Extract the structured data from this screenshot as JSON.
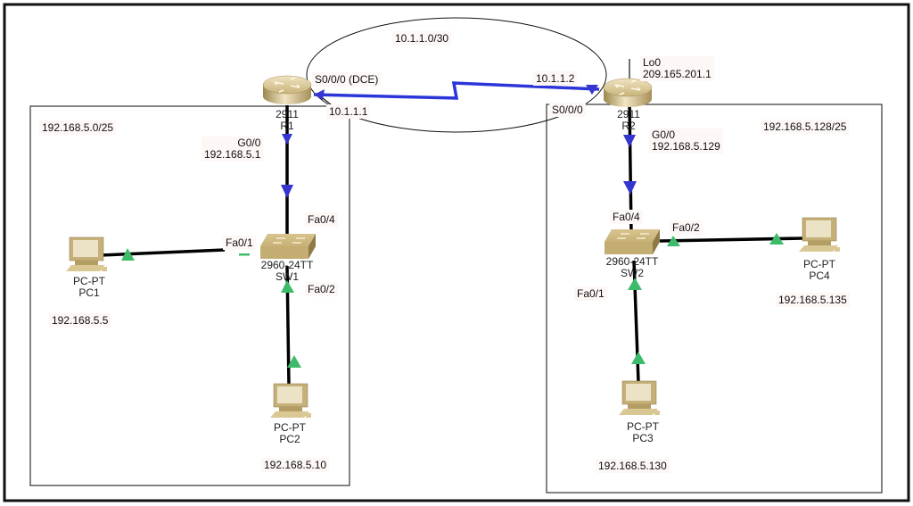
{
  "diagram": {
    "type": "network-topology",
    "colors": {
      "serial_link": "#2b35d8",
      "ethernet_link": "#000000",
      "router_port_marker": "#3535d0",
      "switch_port_marker": "#3dbb6a",
      "device_tan": "#c8b47a",
      "label_bg": "#fdf7f6"
    },
    "networks": [
      {
        "id": "lan1",
        "label": "192.168.5.0/25"
      },
      {
        "id": "lan2",
        "label": "192.168.5.128/25"
      },
      {
        "id": "wan",
        "label": "10.1.1.0/30"
      }
    ],
    "devices": {
      "r1": {
        "model": "2911",
        "name": "R1",
        "icon": "router-icon"
      },
      "r2": {
        "model": "2911",
        "name": "R2",
        "icon": "router-icon"
      },
      "sw1": {
        "model": "2960-24TT",
        "name": "SW1",
        "icon": "switch-icon"
      },
      "sw2": {
        "model": "2960-24TT",
        "name": "SW2",
        "icon": "switch-icon"
      },
      "pc1": {
        "model": "PC-PT",
        "name": "PC1",
        "ip": "192.168.5.5",
        "icon": "pc-icon"
      },
      "pc2": {
        "model": "PC-PT",
        "name": "PC2",
        "ip": "192.168.5.10",
        "icon": "pc-icon"
      },
      "pc3": {
        "model": "PC-PT",
        "name": "PC3",
        "ip": "192.168.5.130",
        "icon": "pc-icon"
      },
      "pc4": {
        "model": "PC-PT",
        "name": "PC4",
        "ip": "192.168.5.135",
        "icon": "pc-icon"
      }
    },
    "interfaces": {
      "r1_s000": {
        "name": "S0/0/0 (DCE)",
        "ip": "10.1.1.1"
      },
      "r2_s000": {
        "name": "S0/0/0",
        "ip": "10.1.1.2"
      },
      "r2_lo0": {
        "name": "Lo0",
        "ip": "209.165.201.1"
      },
      "r1_g00": {
        "name": "G0/0",
        "ip": "192.168.5.1"
      },
      "r2_g00": {
        "name": "G0/0",
        "ip": "192.168.5.129"
      },
      "sw1_fa04": {
        "name": "Fa0/4"
      },
      "sw1_fa01": {
        "name": "Fa0/1"
      },
      "sw1_fa02": {
        "name": "Fa0/2"
      },
      "sw2_fa04": {
        "name": "Fa0/4"
      },
      "sw2_fa02": {
        "name": "Fa0/2"
      },
      "sw2_fa01": {
        "name": "Fa0/1"
      }
    },
    "links": [
      {
        "from": "r1",
        "to": "r2",
        "type": "serial"
      },
      {
        "from": "r1",
        "to": "sw1",
        "type": "ethernet"
      },
      {
        "from": "sw1",
        "to": "pc1",
        "type": "ethernet"
      },
      {
        "from": "sw1",
        "to": "pc2",
        "type": "ethernet"
      },
      {
        "from": "r2",
        "to": "sw2",
        "type": "ethernet"
      },
      {
        "from": "sw2",
        "to": "pc4",
        "type": "ethernet"
      },
      {
        "from": "sw2",
        "to": "pc3",
        "type": "ethernet"
      }
    ]
  }
}
